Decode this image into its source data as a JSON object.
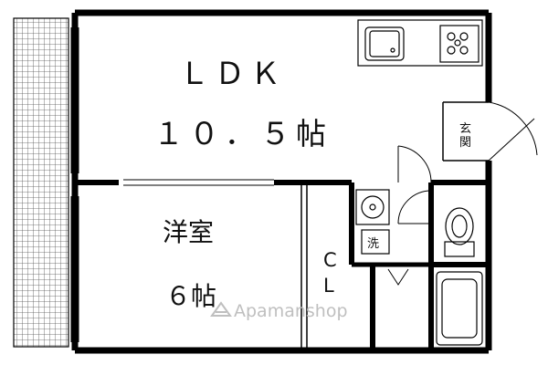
{
  "rooms": {
    "ldk": {
      "name": "ＬＤＫ",
      "size": "１０．５帖"
    },
    "western": {
      "name": "洋室",
      "size": "６帖"
    },
    "closet": {
      "line1": "C",
      "line2": "L"
    },
    "entrance": {
      "top": "玄",
      "bottom": "関"
    },
    "laundry": "洗"
  },
  "watermark": {
    "text": "Apamanshop",
    "icon": "house-logo-icon"
  },
  "colors": {
    "wall": "#000000",
    "balcony_grid": "#555555",
    "background": "#ffffff"
  }
}
